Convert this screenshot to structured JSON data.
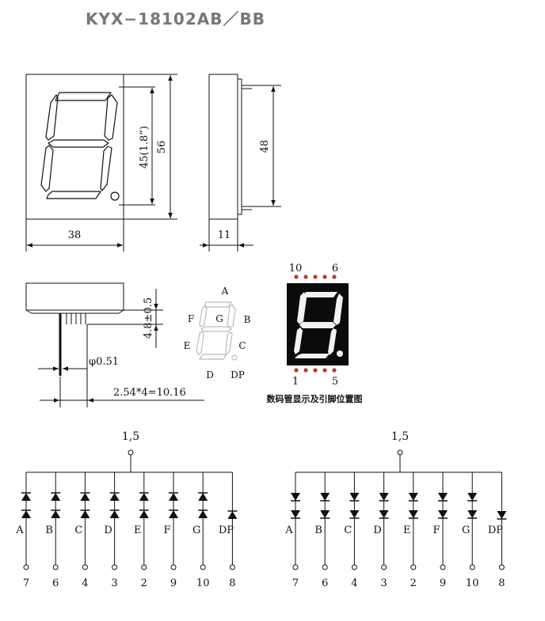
{
  "title": "KYX−18102AB／BB",
  "dimensions": {
    "width": "38",
    "height": "56",
    "digit_height": "45(1.8”)",
    "side_width": "11",
    "pin_span": "48",
    "pin_length": "4.8±0.5",
    "pin_diameter": "φ0.51",
    "pin_pitch": "2.54*4=10.16"
  },
  "segment_labels": [
    "A",
    "B",
    "C",
    "D",
    "E",
    "F",
    "G",
    "DP"
  ],
  "pinout": {
    "top_pins": {
      "left": "10",
      "right": "6"
    },
    "bottom_pins": {
      "left": "1",
      "right": "5"
    },
    "caption": "数码管显示及引脚位置图"
  },
  "circuits": [
    {
      "common": "1,5",
      "segments": [
        "A",
        "B",
        "C",
        "D",
        "E",
        "F",
        "G",
        "DP"
      ],
      "pins": [
        "7",
        "6",
        "4",
        "3",
        "2",
        "9",
        "10",
        "8"
      ]
    },
    {
      "common": "1,5",
      "segments": [
        "A",
        "B",
        "C",
        "D",
        "E",
        "F",
        "G",
        "DP"
      ],
      "pins": [
        "7",
        "6",
        "4",
        "3",
        "2",
        "9",
        "10",
        "8"
      ]
    }
  ]
}
